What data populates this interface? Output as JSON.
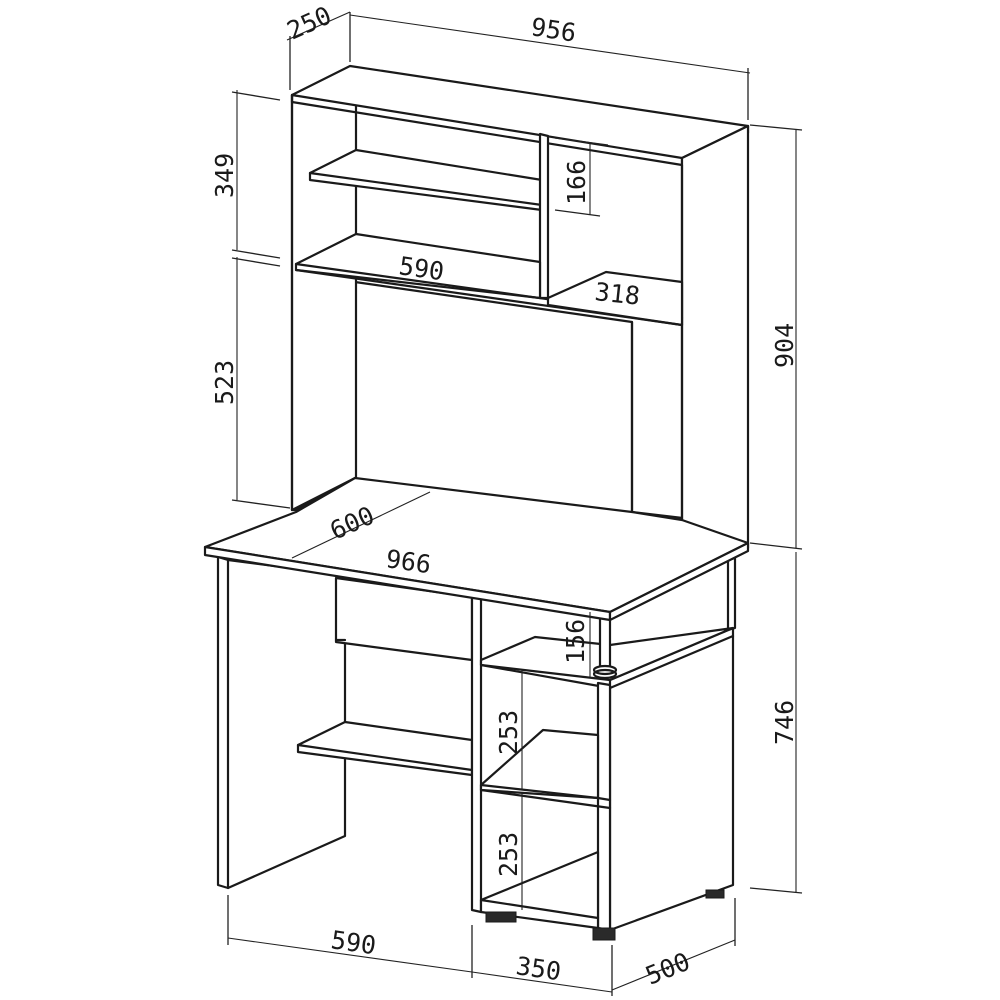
{
  "dimensions": {
    "top_depth": "250",
    "top_width": "956",
    "upper_shelf_height": "349",
    "small_shelf_height": "166",
    "inner_shelf_width": "590",
    "compartment_width": "318",
    "hutch_opening_height": "523",
    "total_hutch_height": "904",
    "desk_depth": "600",
    "desk_width": "966",
    "pedestal_top_height": "156",
    "lower_shelf_height_a": "253",
    "lower_shelf_height_b": "253",
    "desk_height": "746",
    "knee_width": "590",
    "pedestal_width": "350",
    "pedestal_depth": "500"
  }
}
